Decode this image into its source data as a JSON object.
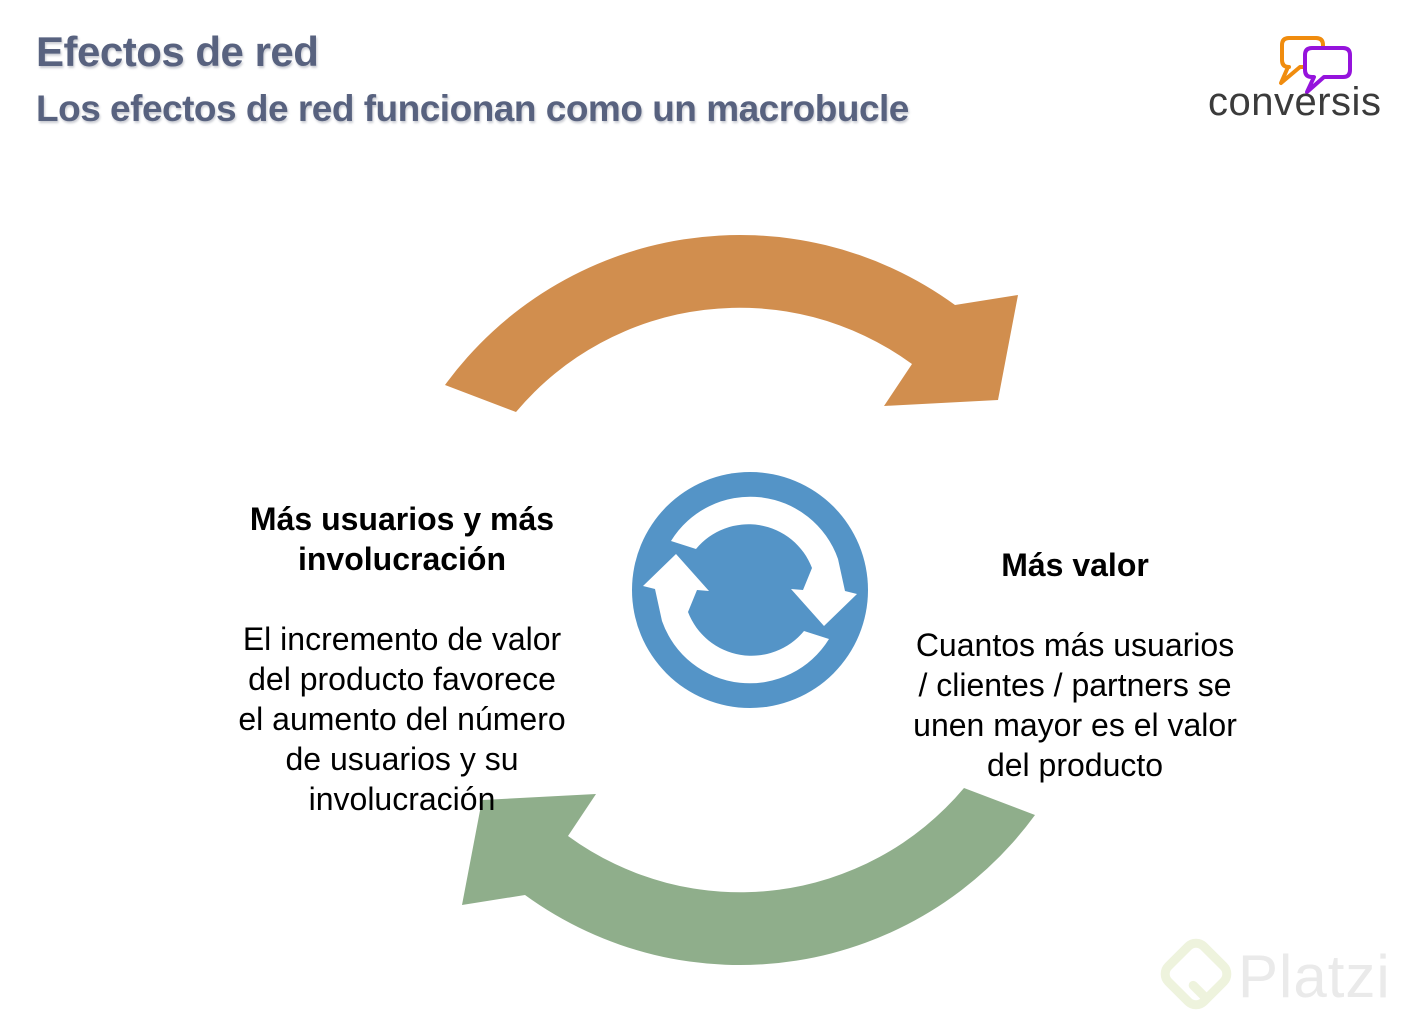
{
  "header": {
    "title": "Efectos de red",
    "subtitle": "Los efectos de red funcionan como un macrobucle",
    "text_color": "#58627f"
  },
  "logo": {
    "wordmark": "conversis",
    "wordmark_color": "#3b3b3b",
    "bubble_orange": "#f08c0e",
    "bubble_purple": "#9513dc"
  },
  "cycle": {
    "arrow_top_color": "#d18e4e",
    "arrow_bottom_color": "#8fae8b",
    "hub_color": "#5494c7",
    "left_node": {
      "heading": "Más usuarios y más\ninvolucración",
      "body": "El incremento de valor\ndel producto favorece\nel aumento del número\nde usuarios y su\ninvolucración"
    },
    "right_node": {
      "heading": "Más valor",
      "body": "Cuantos más usuarios\n/ clientes / partners se\nunen mayor es el valor\ndel producto"
    }
  },
  "watermark": {
    "text": "Platzi",
    "text_color": "#eaeaea",
    "diamond_color": "#eef3dd"
  }
}
